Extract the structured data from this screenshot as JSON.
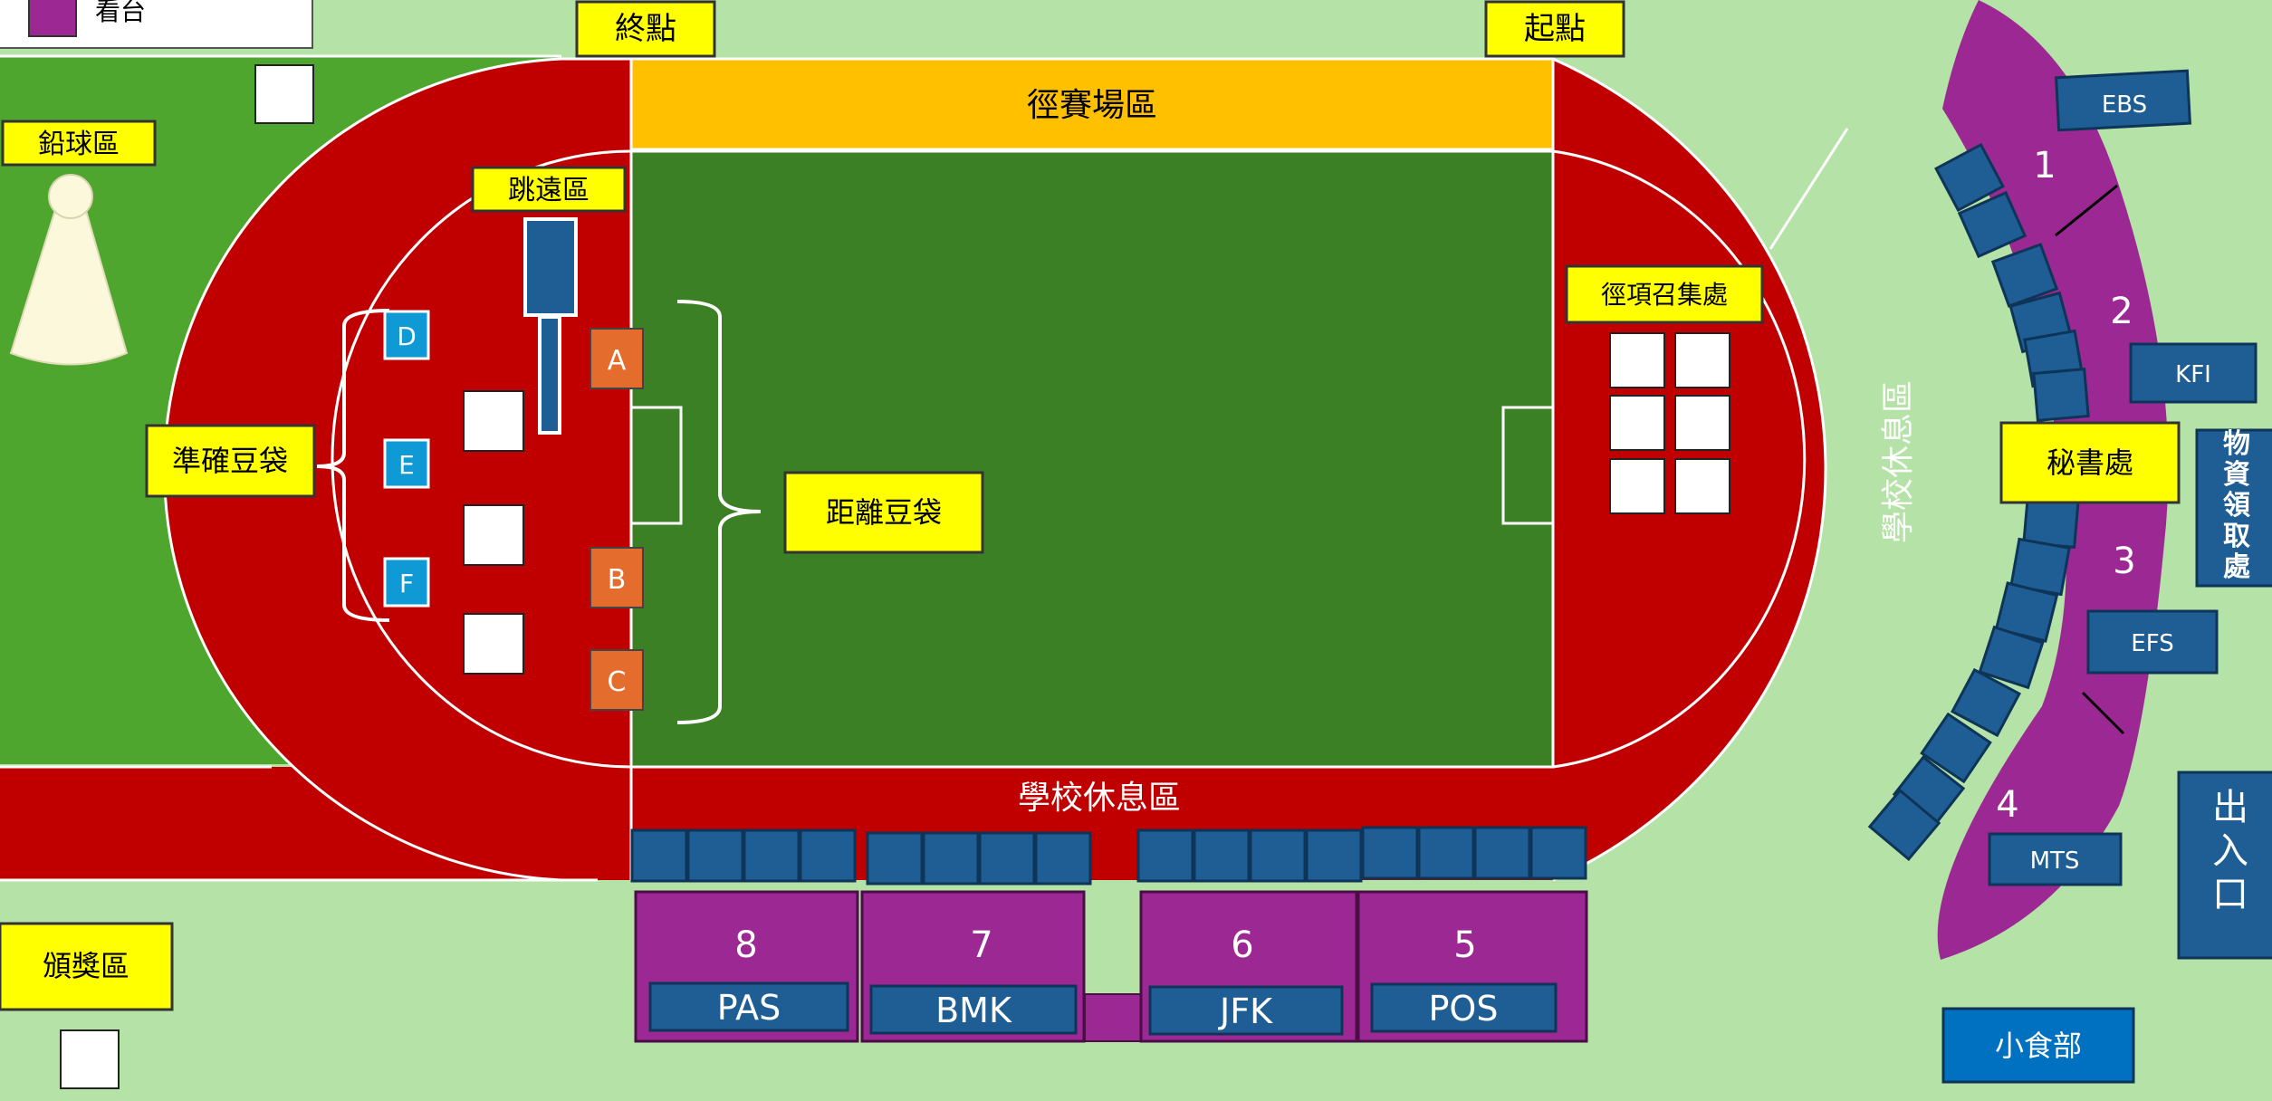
{
  "legend": {
    "stands_label": "看台"
  },
  "labels": {
    "finish": "終點",
    "start": "起點",
    "track_events_area": "徑賽場區",
    "shot_put": "鉛球區",
    "long_jump": "跳遠區",
    "precision_beanbag": "準確豆袋",
    "distance_beanbag": "距離豆袋",
    "track_callroom": "徑項召集處",
    "school_rest_vertical": "學校休息區",
    "school_rest_bottom": "學校休息區",
    "secretariat": "秘書處",
    "supplies": "物資領取處",
    "awards": "頒獎區",
    "tuck_shop": "小食部",
    "exit": "出入口"
  },
  "target_markers": [
    "D",
    "E",
    "F"
  ],
  "distance_markers": [
    "A",
    "B",
    "C"
  ],
  "bottom_stands": [
    {
      "number": "8",
      "school": "PAS"
    },
    {
      "number": "7",
      "school": "BMK"
    },
    {
      "number": "6",
      "school": "JFK"
    },
    {
      "number": "5",
      "school": "POS"
    }
  ],
  "right_stands": [
    {
      "number": "1",
      "school": "EBS"
    },
    {
      "number": "2",
      "school": "KFI"
    },
    {
      "number": "3",
      "school": "EFS"
    },
    {
      "number": "4",
      "school": "MTS"
    }
  ],
  "colors": {
    "grass_light": "#b5e2a6",
    "grass_mid": "#4ea62e",
    "field": "#3c8025",
    "track": "#c00000",
    "label_yellow": "#ffff00",
    "label_orange": "#ffc000",
    "stand_purple": "#9c2893",
    "seat_blue": "#1f5e95",
    "marker_cyan": "#0f9ad5",
    "marker_orange": "#e46d2e",
    "tuck_shop_blue": "#0070c0"
  }
}
